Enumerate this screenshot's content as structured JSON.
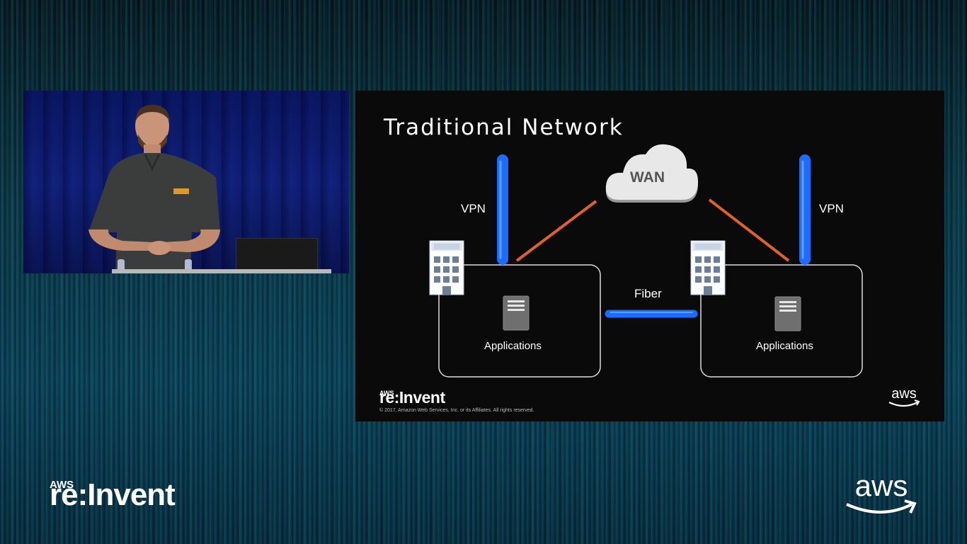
{
  "slide": {
    "title": "Traditional Network",
    "wan_label": "WAN",
    "vpn_left_label": "VPN",
    "vpn_right_label": "VPN",
    "fiber_label": "Fiber",
    "app_left_label": "Applications",
    "app_right_label": "Applications",
    "logo_aws_small": "AWS",
    "logo_reinvent": "re:Invent",
    "copyright": "© 2017, Amazon Web Services, Inc. or its Affiliates. All rights reserved.",
    "aws_mark": "aws"
  },
  "event": {
    "logo_aws_small": "AWS",
    "logo_reinvent": "re:Invent",
    "aws_mark": "aws"
  },
  "colors": {
    "vpn_pipe": "#1e6bff",
    "wan_link": "#e0622a",
    "cloud": "#e8e8e8",
    "stage_backdrop": "#12237f"
  },
  "icons": [
    "cloud-icon",
    "building-icon",
    "server-icon",
    "aws-smile-icon"
  ]
}
